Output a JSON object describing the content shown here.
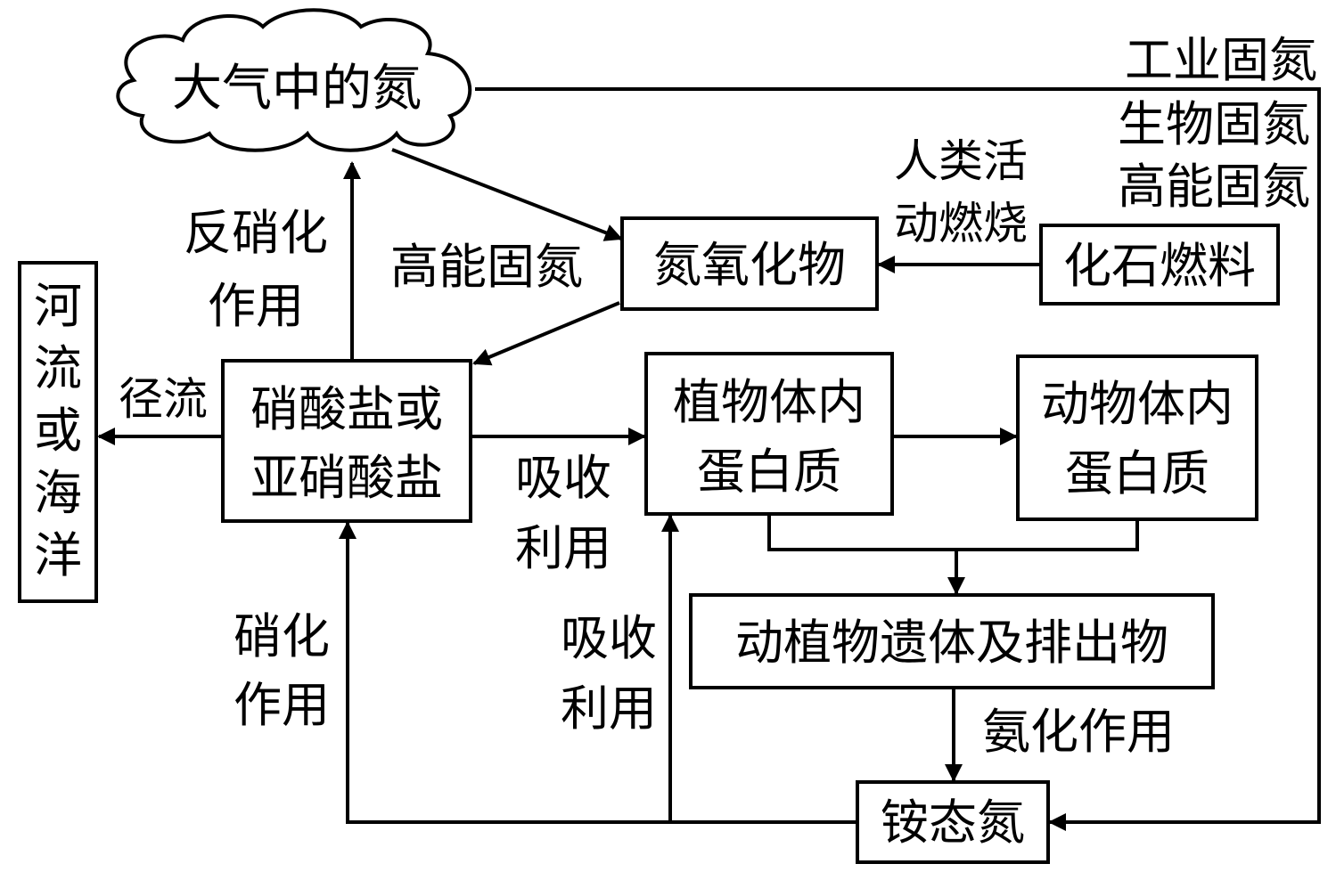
{
  "nodes": {
    "atmospheric_nitrogen": "大气中的氮",
    "nitrogen_oxides": "氮氧化物",
    "fossil_fuel": "化石燃料",
    "rivers_or_ocean": [
      "河",
      "流",
      "或",
      "海",
      "洋"
    ],
    "nitrate": [
      "硝酸盐或",
      "亚硝酸盐"
    ],
    "plant_protein": [
      "植物体内",
      "蛋白质"
    ],
    "animal_protein": [
      "动物体内",
      "蛋白质"
    ],
    "remains": "动植物遗体及排出物",
    "ammonium": "铵态氮"
  },
  "edge_labels": {
    "fixation_list": [
      "工业固氮",
      "生物固氮",
      "高能固氮"
    ],
    "human_burning": [
      "人类活",
      "动燃烧"
    ],
    "high_energy_fixation": "高能固氮",
    "denitrification": [
      "反硝化",
      "作用"
    ],
    "runoff": "径流",
    "absorb_use_1": [
      "吸收",
      "利用"
    ],
    "nitrification": [
      "硝化",
      "作用"
    ],
    "absorb_use_2": [
      "吸收",
      "利用"
    ],
    "ammonification": "氨化作用"
  }
}
